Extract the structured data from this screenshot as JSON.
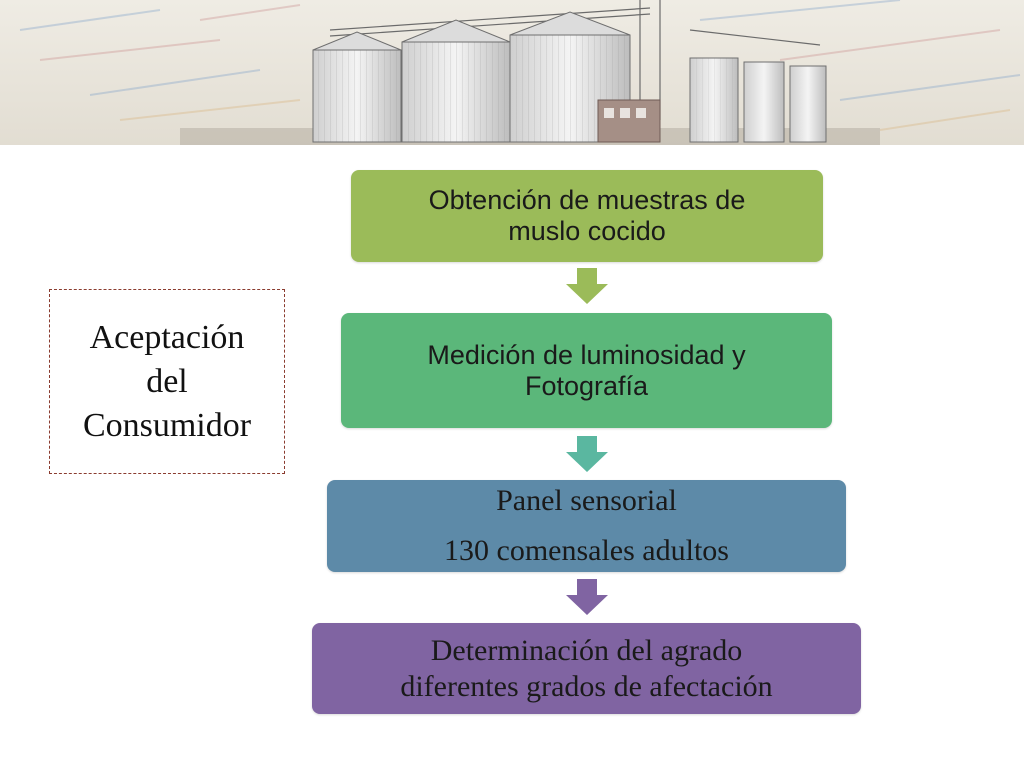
{
  "side_label": {
    "lines": [
      "Aceptación",
      "del",
      "Consumidor"
    ]
  },
  "steps": [
    {
      "lines": [
        "Obtención de muestras de",
        "muslo cocido"
      ],
      "color": "#9bbb59"
    },
    {
      "lines": [
        "Medición de luminosidad y",
        "Fotografía"
      ],
      "color": "#5bb77a"
    },
    {
      "lines": [
        "Panel sensorial",
        "130 comensales adultos"
      ],
      "color": "#5d8aa8"
    },
    {
      "lines": [
        "Determinación del agrado",
        "diferentes grados de afectación"
      ],
      "color": "#8064a2"
    }
  ],
  "arrow_colors": [
    "#9bbb59",
    "#5bb77a",
    "#8064a2"
  ],
  "banner": {
    "icon": "grain-silos-sketch-image"
  }
}
